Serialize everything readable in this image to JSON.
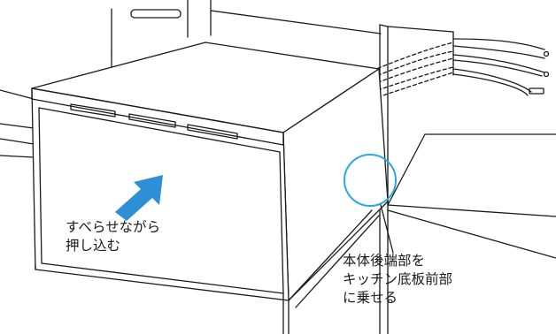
{
  "slide_instruction": {
    "line1": "すべらせながら",
    "line2": "押し込む"
  },
  "callout": {
    "line1": "本体後端部を",
    "line2": "キッチン底板前部",
    "line3": "に乗せる"
  },
  "colors": {
    "outline": "#1a1a1a",
    "arrow": "#2d8fd5",
    "highlight_circle": "#29a9e0"
  },
  "icons": {
    "direction_arrow": "push-arrow-icon",
    "highlight": "highlight-circle-icon"
  }
}
